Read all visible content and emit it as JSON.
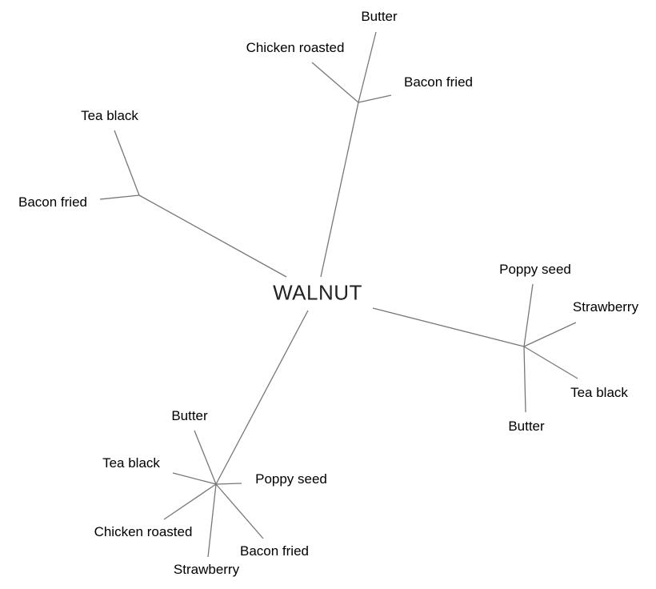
{
  "root": {
    "label": "WALNUT"
  },
  "branches": [
    {
      "children": [
        "Butter",
        "Chicken roasted",
        "Bacon fried"
      ]
    },
    {
      "children": [
        "Tea black",
        "Bacon fried"
      ]
    },
    {
      "children": [
        "Poppy seed",
        "Strawberry",
        "Tea black",
        "Butter"
      ]
    },
    {
      "children": [
        "Butter",
        "Tea black",
        "Poppy seed",
        "Chicken roasted",
        "Bacon fried",
        "Strawberry"
      ]
    }
  ],
  "colors": {
    "edge": "#777777",
    "text": "#000000"
  }
}
